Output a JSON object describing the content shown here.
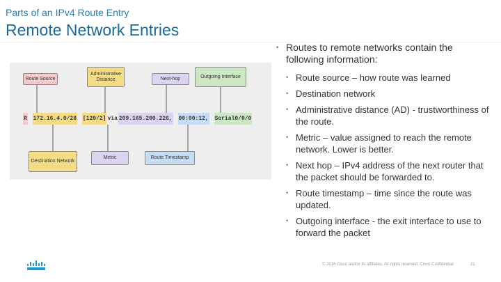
{
  "header": {
    "subtitle": "Parts of an IPv4 Route Entry",
    "title": "Remote Network Entries"
  },
  "diagram": {
    "top_boxes": {
      "route_source": "Route Source",
      "admin_distance": "Administrative Distance",
      "next_hop": "Next-hop",
      "outgoing_interface": "Outgoing Interface"
    },
    "route_line": {
      "code": "R",
      "network": "172.16.4.0/28",
      "ad_metric": "[120/2]",
      "via": "via",
      "next_hop": "209.165.200.226,",
      "timestamp": "00:00:12,",
      "interface": "Serial0/0/0"
    },
    "bottom_boxes": {
      "destination_network": "Destination Network",
      "metric": "Metric",
      "route_timestamp": "Route Timestamp"
    },
    "colors": {
      "pink": "#f5c8cb",
      "yellow": "#f4dc86",
      "lavender": "#dcd3ee",
      "green": "#cbe7c4",
      "blue": "#c6dcf3"
    }
  },
  "bullets": {
    "intro": "Routes to remote networks contain the following information:",
    "items": [
      "Route source – how route was learned",
      "Destination network",
      "Administrative distance (AD) - trustworthiness of the route.",
      "Metric – value assigned to reach the remote network. Lower is better.",
      "Next hop – IPv4 address of the next router that the packet should be forwarded to.",
      "Route timestamp – time since the route was updated.",
      "Outgoing interface - the exit interface to use to forward the packet"
    ]
  },
  "footer": {
    "copyright": "© 2016 Cisco and/or its affiliates. All rights reserved. Cisco Confidential",
    "page_number": "21"
  },
  "logo": {
    "icon": "cisco-logo-icon"
  }
}
